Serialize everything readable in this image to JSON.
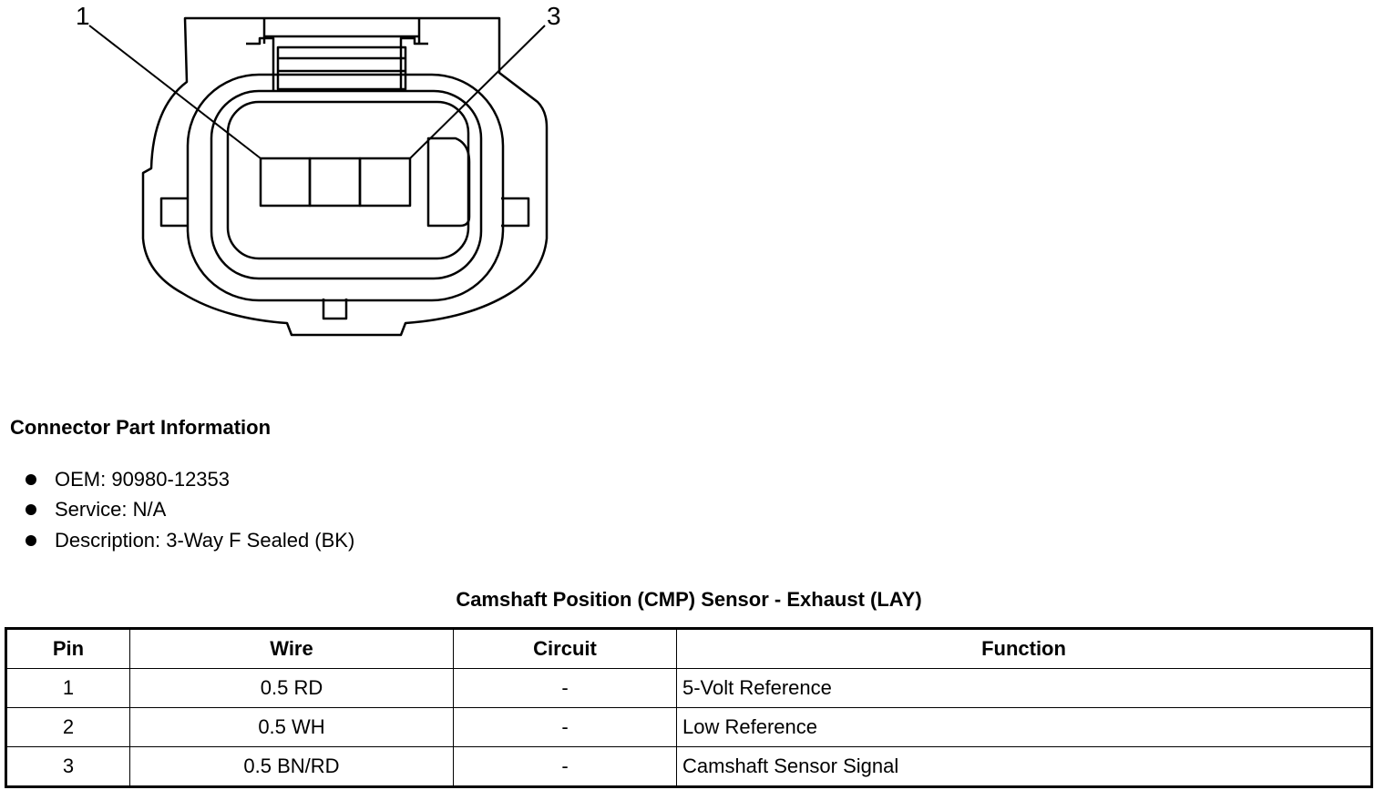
{
  "diagram": {
    "pin_labels": [
      "1",
      "3"
    ]
  },
  "connector_info": {
    "heading": "Connector Part Information",
    "items": [
      "OEM: 90980-12353",
      "Service: N/A",
      "Description: 3-Way F Sealed (BK)"
    ]
  },
  "table": {
    "title": "Camshaft Position (CMP) Sensor - Exhaust (LAY)",
    "headers": [
      "Pin",
      "Wire",
      "Circuit",
      "Function"
    ],
    "rows": [
      [
        "1",
        "0.5 RD",
        "-",
        "5-Volt Reference"
      ],
      [
        "2",
        "0.5 WH",
        "-",
        "Low Reference"
      ],
      [
        "3",
        "0.5 BN/RD",
        "-",
        "Camshaft Sensor Signal"
      ]
    ]
  }
}
